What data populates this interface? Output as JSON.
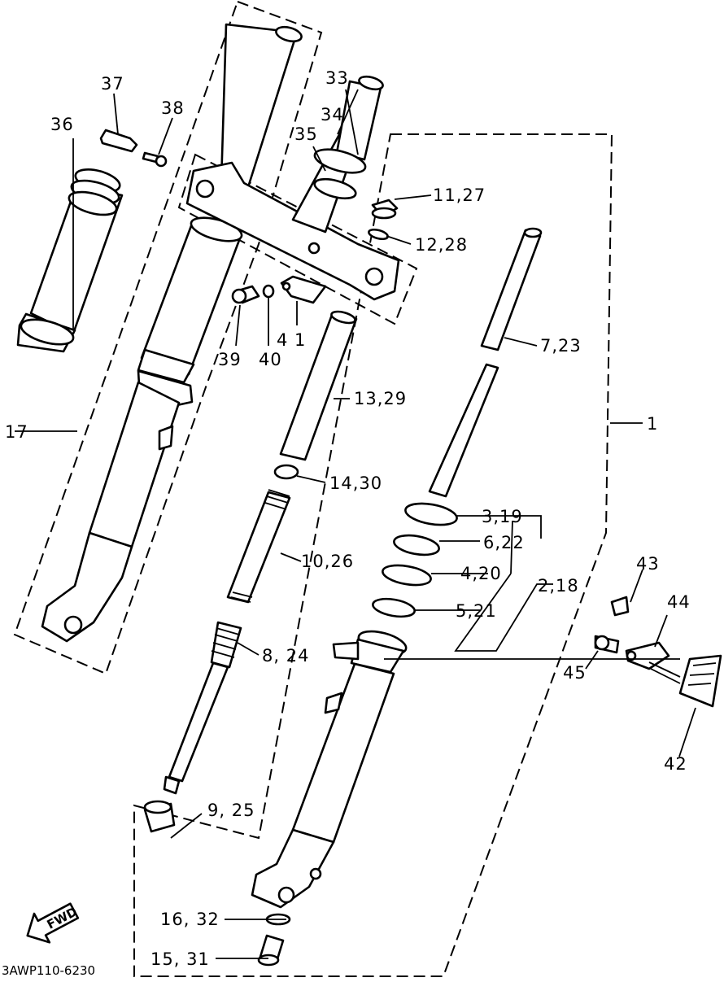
{
  "diagram_code": "3AWP110-6230",
  "direction_marker": "FWD",
  "callouts": [
    {
      "id": "c1",
      "text": "1"
    },
    {
      "id": "c2_18",
      "text": "2,18"
    },
    {
      "id": "c3_19",
      "text": "3,19"
    },
    {
      "id": "c4_20",
      "text": "4,20"
    },
    {
      "id": "c5_21",
      "text": "5,21"
    },
    {
      "id": "c6_22",
      "text": "6,22"
    },
    {
      "id": "c7_23",
      "text": "7,23"
    },
    {
      "id": "c8_24",
      "text": "8, 24"
    },
    {
      "id": "c9_25",
      "text": "9, 25"
    },
    {
      "id": "c10_26",
      "text": "10,26"
    },
    {
      "id": "c11_27",
      "text": "11,27"
    },
    {
      "id": "c12_28",
      "text": "12,28"
    },
    {
      "id": "c13_29",
      "text": "13,29"
    },
    {
      "id": "c14_30",
      "text": "14,30"
    },
    {
      "id": "c15_31",
      "text": "15, 31"
    },
    {
      "id": "c16_32",
      "text": "16, 32"
    },
    {
      "id": "c17",
      "text": "17"
    },
    {
      "id": "c33",
      "text": "33"
    },
    {
      "id": "c34",
      "text": "34"
    },
    {
      "id": "c35",
      "text": "35"
    },
    {
      "id": "c36",
      "text": "36"
    },
    {
      "id": "c37",
      "text": "37"
    },
    {
      "id": "c38",
      "text": "38"
    },
    {
      "id": "c39",
      "text": "39"
    },
    {
      "id": "c40",
      "text": "40"
    },
    {
      "id": "c41",
      "text": "4 1"
    },
    {
      "id": "c42",
      "text": "42"
    },
    {
      "id": "c43",
      "text": "43"
    },
    {
      "id": "c44",
      "text": "44"
    },
    {
      "id": "c45",
      "text": "45"
    }
  ]
}
